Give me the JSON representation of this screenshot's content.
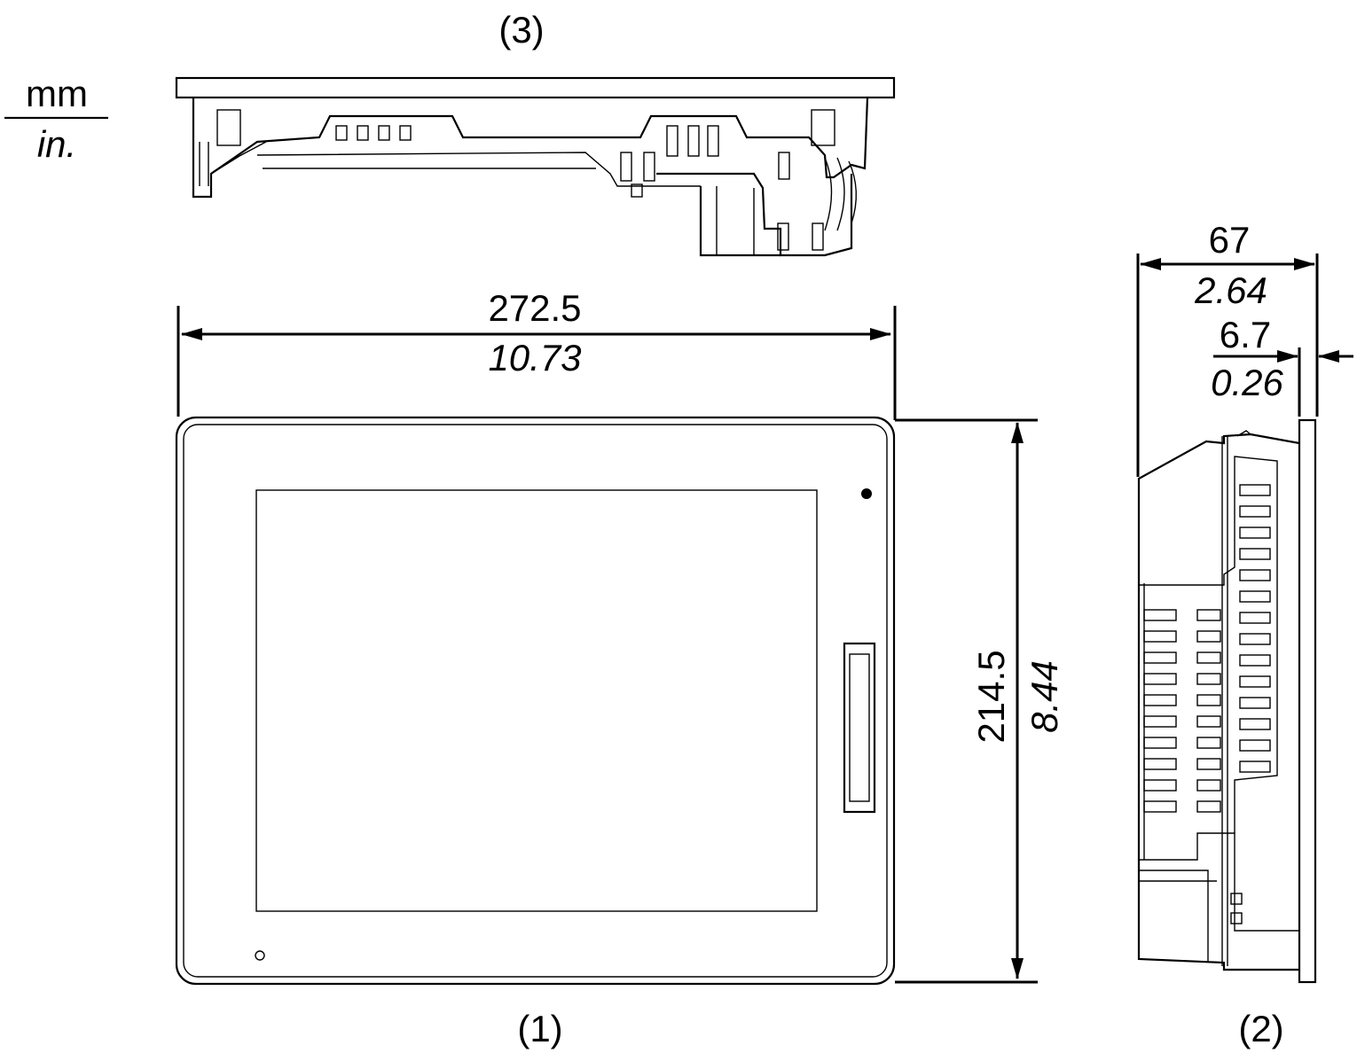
{
  "units": {
    "metric": "mm",
    "imperial": "in."
  },
  "views": {
    "front": {
      "label": "(1)"
    },
    "side": {
      "label": "(2)"
    },
    "top": {
      "label": "(3)"
    }
  },
  "dimensions": {
    "width": {
      "mm": "272.5",
      "in": "10.73"
    },
    "height": {
      "mm": "214.5",
      "in": "8.44"
    },
    "depth": {
      "mm": "67",
      "in": "2.64"
    },
    "bezel": {
      "mm": "6.7",
      "in": "0.26"
    }
  }
}
